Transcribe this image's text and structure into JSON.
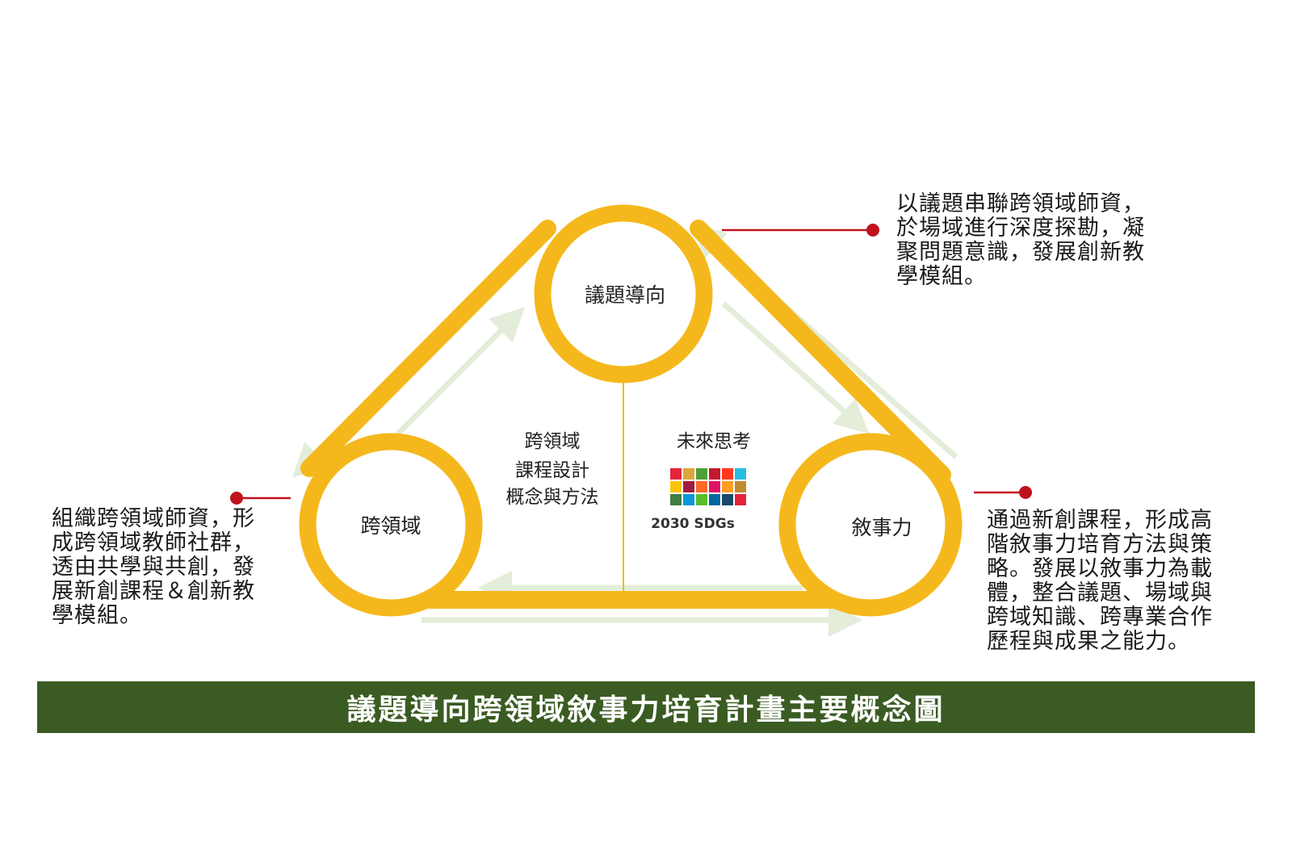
{
  "nodes": {
    "top": "議題導向",
    "left": "跨領域",
    "right": "敘事力"
  },
  "center_left": [
    "跨領域",
    "課程設計",
    "概念與方法"
  ],
  "center_right": {
    "heading": "未來思考",
    "sdg_label": "2030 SDGs"
  },
  "descriptions": {
    "top": [
      "以議題串聯跨領域師資，",
      "於場域進行深度探勘，凝",
      "聚問題意識，發展創新教",
      "學模組。"
    ],
    "left": [
      "組織跨領域師資，形",
      "成跨領域教師社群，",
      "透由共學與共創，發",
      "展新創課程＆創新教",
      "學模組。"
    ],
    "right": [
      "通過新創課程，形成高",
      "階敘事力培育方法與策",
      "略。發展以敘事力為載",
      "體，整合議題、場域與",
      "跨域知識、跨專業合作",
      "歷程與成果之能力。"
    ]
  },
  "title": "議題導向跨領域敘事力培育計畫主要概念圖",
  "colors": {
    "ring": "#f5b81c",
    "arrow": "#e3edd9",
    "connector": "#c0121c",
    "banner": "#3a5b22",
    "sdg_tiles": [
      "#e5243b",
      "#dda63a",
      "#4c9f38",
      "#c5192d",
      "#ff3a21",
      "#26bde2",
      "#fcc30b",
      "#a21942",
      "#fd6925",
      "#dd1367",
      "#fd9d24",
      "#bf8b2e",
      "#3f7e44",
      "#0a97d9",
      "#56c02b",
      "#00689d",
      "#19486a",
      "#e5243b"
    ]
  }
}
